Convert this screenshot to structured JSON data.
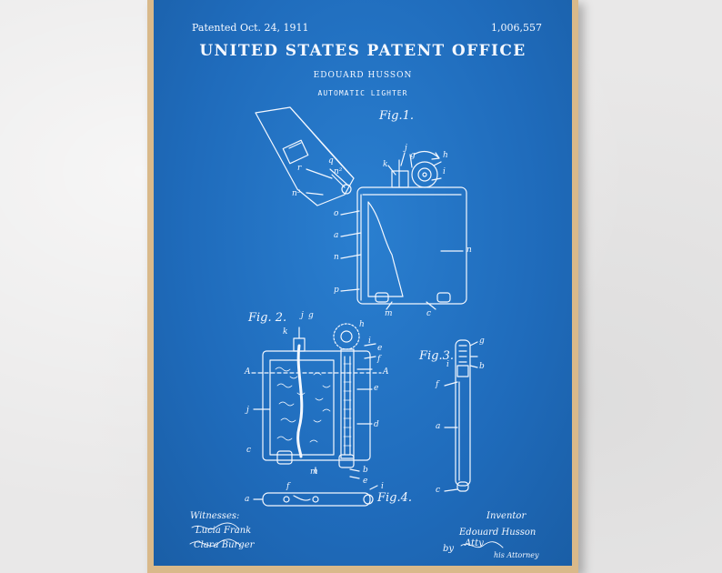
{
  "poster": {
    "patented": "Patented Oct. 24, 1911",
    "patent_number": "1,006,557",
    "office": "UNITED STATES PATENT OFFICE",
    "inventor": "EDOUARD HUSSON",
    "subject": "AUTOMATIC LIGHTER"
  },
  "figures": {
    "fig1": "Fig.1.",
    "fig2": "Fig. 2.",
    "fig3": "Fig.3.",
    "fig4": "Fig.4."
  },
  "labels": {
    "fig1": [
      "j",
      "g",
      "h",
      "i",
      "k",
      "q",
      "n²",
      "r",
      "n³",
      "o",
      "a",
      "n",
      "p",
      "m",
      "c",
      "n"
    ],
    "fig2": [
      "j",
      "g",
      "h",
      "k",
      "i",
      "e",
      "f",
      "A",
      "A",
      "e",
      "j",
      "d",
      "c",
      "m",
      "b",
      "e",
      "i",
      "f",
      "a"
    ],
    "fig3": [
      "g",
      "i",
      "b",
      "f",
      "a",
      "c"
    ]
  },
  "signatures": {
    "witnesses": "Witnesses:",
    "witness1": "Lucia Frank",
    "witness2": "Clara Burger",
    "inventor_heading": "Inventor",
    "inventor_name": "Edouard Husson",
    "by": "by",
    "attorney": "Atty",
    "attorney_caption": "his Attorney"
  },
  "colors": {
    "poster_blue": "#1f6bbb",
    "frame": "#d9b98a",
    "line": "#f4f8ff"
  }
}
